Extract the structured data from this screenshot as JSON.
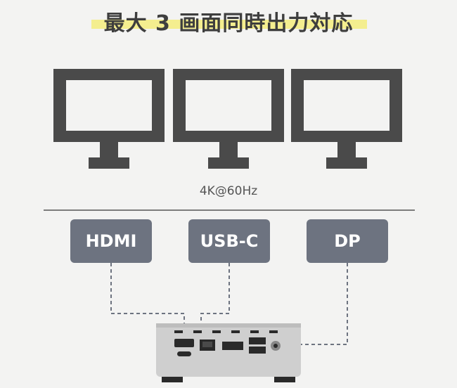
{
  "title": "最大 3 画面同時出力対応",
  "resolution": "4K@60Hz",
  "ports": [
    {
      "label": "HDMI"
    },
    {
      "label": "USB-C"
    },
    {
      "label": "DP"
    }
  ],
  "monitor_count": 3,
  "colors": {
    "background": "#f3f3f2",
    "monitor": "#4a4a4a",
    "button": "#6d7380",
    "highlight": "#f4ee8f",
    "device": "#c9c9c9"
  },
  "icons": [
    "monitor-icon",
    "mini-pc-icon"
  ]
}
